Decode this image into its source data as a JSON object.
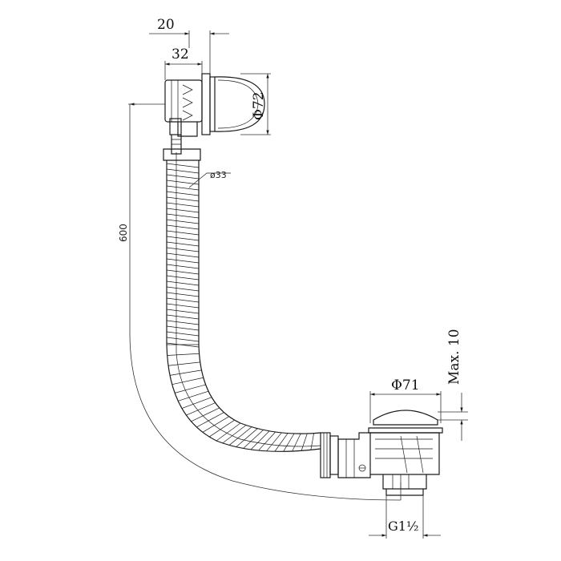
{
  "dimensions": {
    "flange_offset": "20",
    "body_depth": "32",
    "overflow_diameter": "Φ72",
    "hose_diameter": "ø33",
    "hose_length": "600",
    "plug_diameter": "Φ71",
    "max_height": "Max. 10",
    "thread": "G1½"
  },
  "colors": {
    "line": "#1a1a1a",
    "background": "#ffffff"
  }
}
